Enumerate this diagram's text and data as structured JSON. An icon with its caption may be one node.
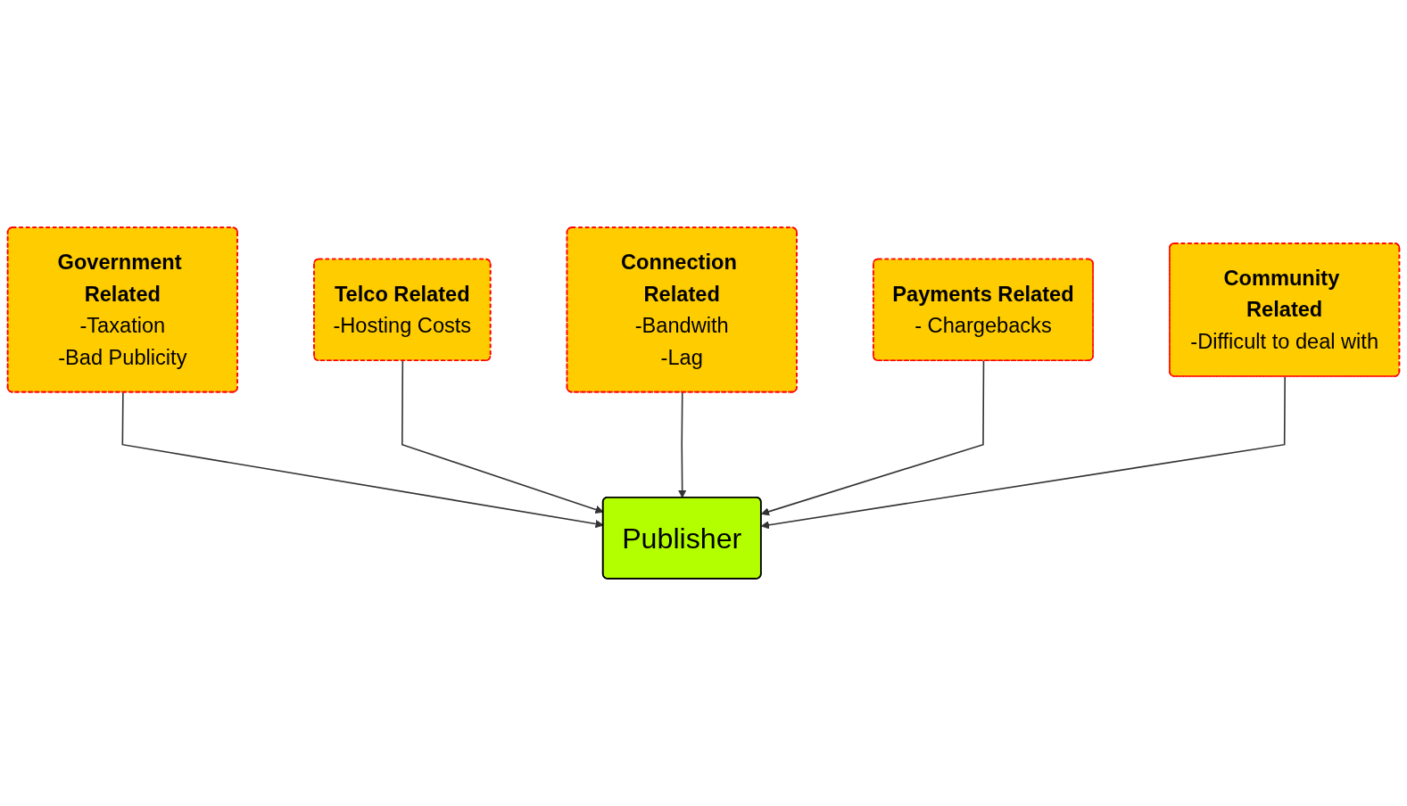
{
  "diagram": {
    "nodes": [
      {
        "text": [
          "Government Related",
          "-Taxation",
          "-Bad Publicity"
        ]
      },
      {
        "text": [
          "Telco Related",
          "-Hosting Costs"
        ]
      },
      {
        "text": [
          "Connection Related",
          "-Bandwith",
          "-Lag"
        ]
      },
      {
        "text": [
          "Publisher"
        ]
      },
      {
        "text": [
          "Payments Related",
          "- Chargebacks"
        ]
      },
      {
        "text": [
          "Community Related",
          "-Difficult to deal with"
        ]
      }
    ],
    "edges": [
      {
        "from": 0,
        "to": 3,
        "arrow": "to"
      },
      {
        "from": 1,
        "to": 3,
        "arrow": "to"
      },
      {
        "from": 2,
        "to": 3,
        "arrow": "to"
      },
      {
        "from": 4,
        "to": 3,
        "arrow": "to"
      },
      {
        "from": 5,
        "to": 3,
        "arrow": "to"
      }
    ]
  }
}
